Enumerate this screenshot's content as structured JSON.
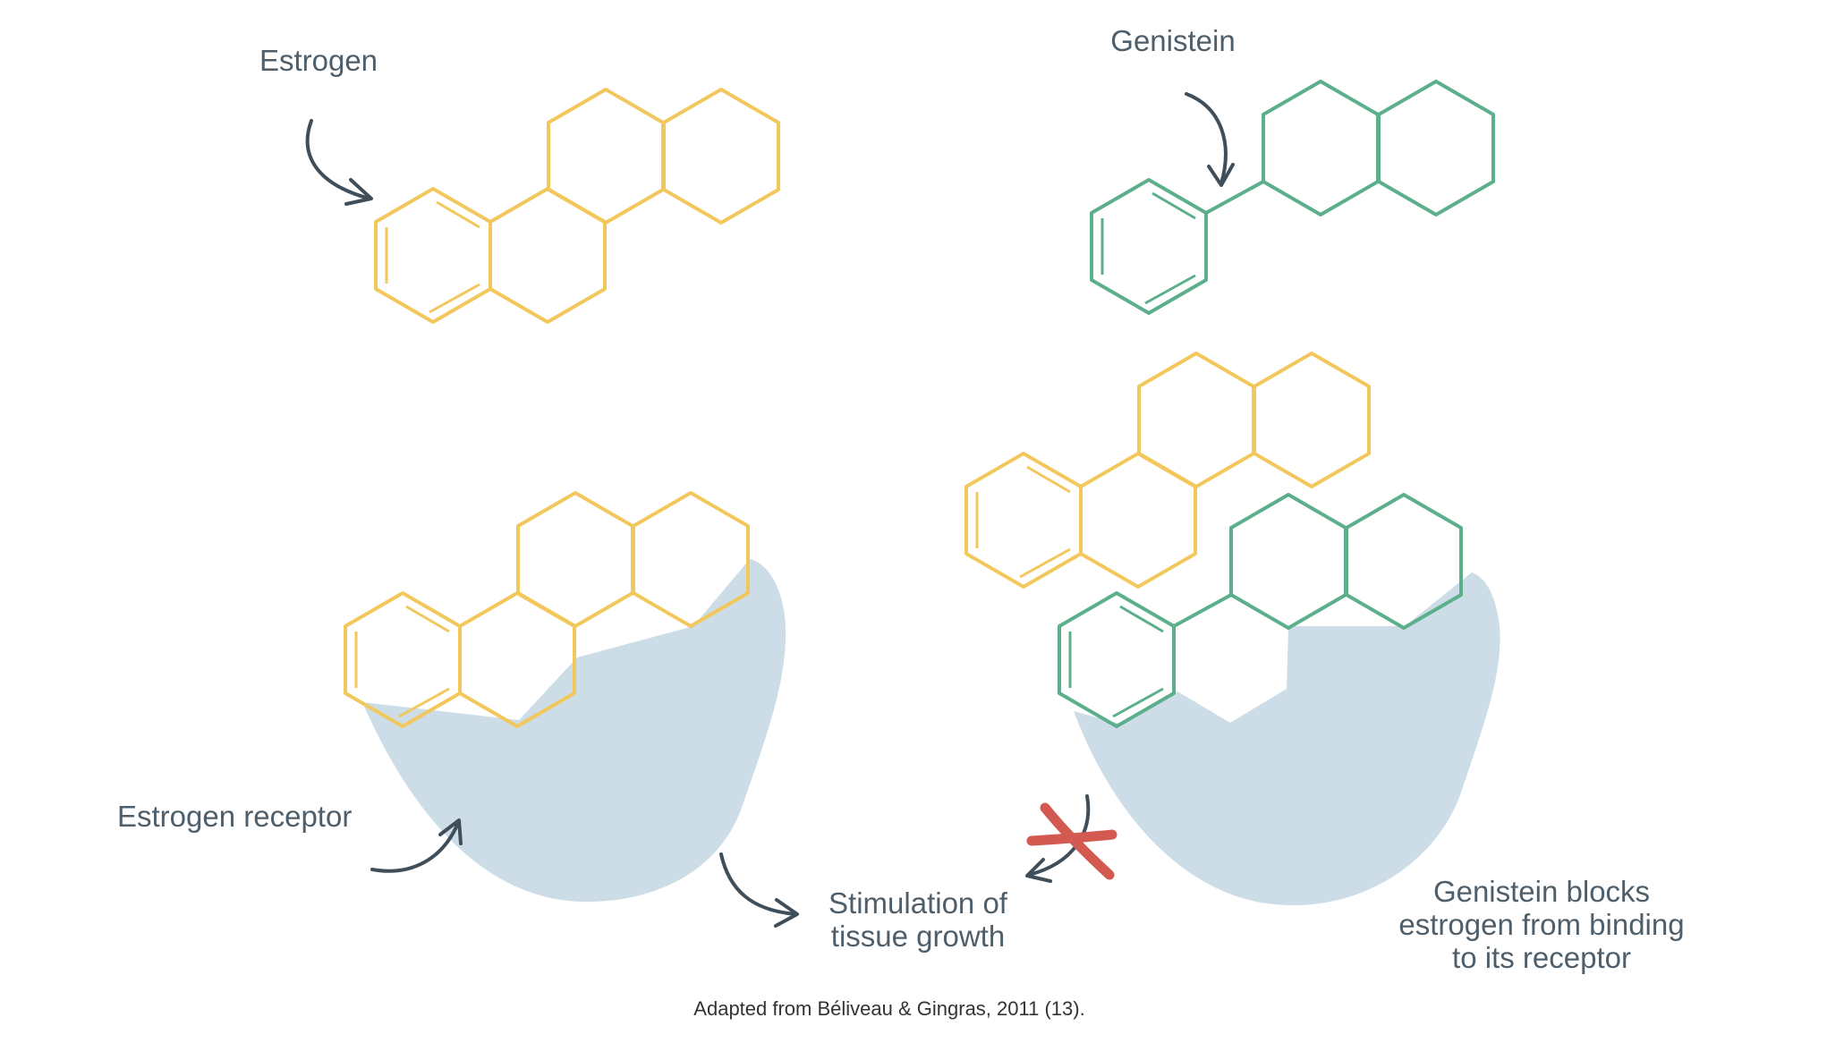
{
  "labels": {
    "estrogen": "Estrogen",
    "genistein": "Genistein",
    "estrogen_receptor": "Estrogen receptor",
    "stimulation_line1": "Stimulation of",
    "stimulation_line2": "tissue growth",
    "blocks_line1": "Genistein blocks",
    "blocks_line2": "estrogen from binding",
    "blocks_line3": "to its receptor"
  },
  "caption": "Adapted from Béliveau & Gingras, 2011 (13).",
  "colors": {
    "estrogen_molecule": "#F2C75C",
    "genistein_molecule": "#5BAF8A",
    "receptor": "#CDDDE8",
    "text": "#4E5F6B",
    "arrow": "#3F4E59",
    "blocked_cross": "#D25A50"
  }
}
